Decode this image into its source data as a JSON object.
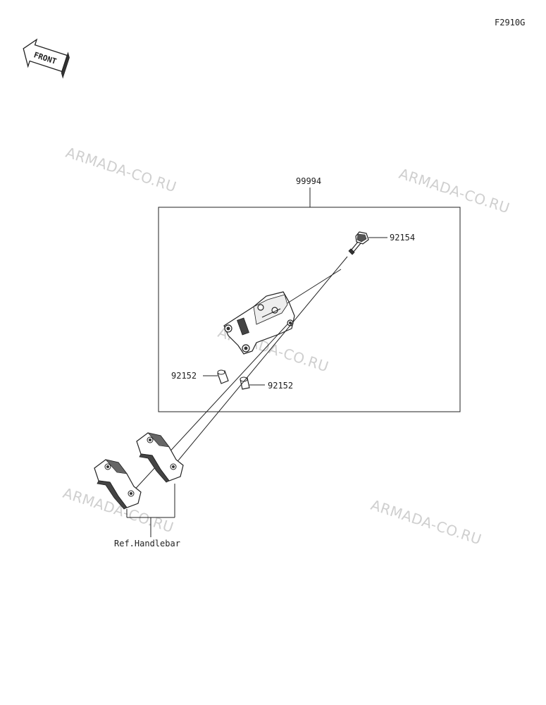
{
  "diagram": {
    "figure_code": "F2910G",
    "front_badge": "FRONT",
    "watermark": "ARMADA-CO.RU",
    "kit_part": "99994",
    "bolt_part": "92154",
    "collar_left_part": "92152",
    "collar_right_part": "92152",
    "reference_label": "Ref.Handlebar"
  }
}
